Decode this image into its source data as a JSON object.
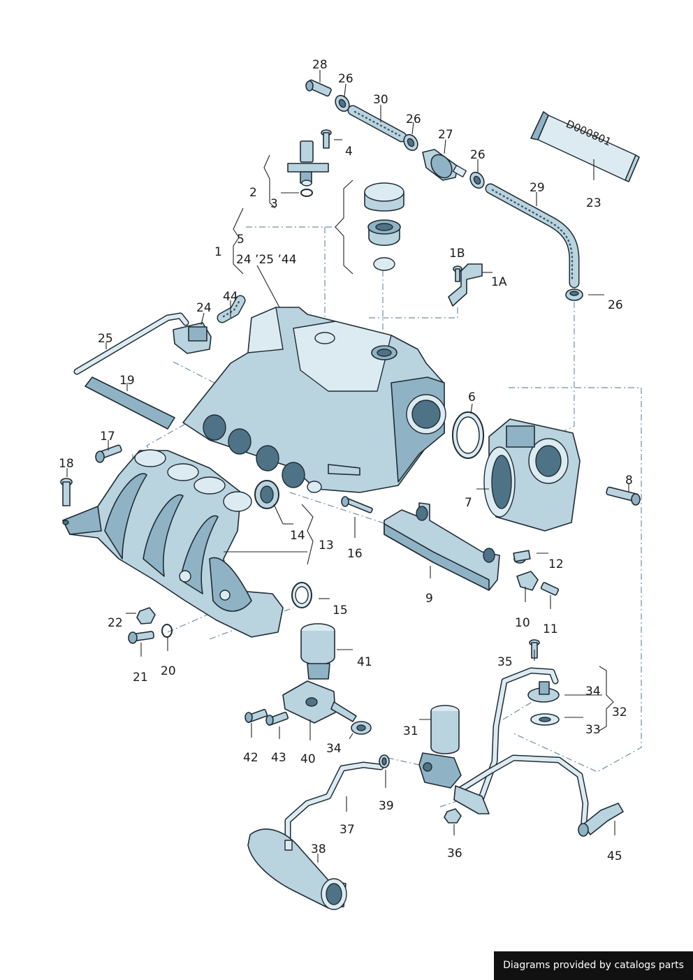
{
  "labels": {
    "l28": "28",
    "l26a": "26",
    "l30": "30",
    "l26b": "26",
    "l27": "27",
    "l26c": "26",
    "l4": "4",
    "l2": "2",
    "l3": "3",
    "l5": "5",
    "l1": "1",
    "l24_25_44": "24 ’25 ’44",
    "l23": "23",
    "l29": "29",
    "l1B": "1B",
    "l1A": "1A",
    "l26d": "26",
    "l44": "44",
    "l24": "24",
    "l25": "25",
    "l19": "19",
    "l6": "6",
    "l17": "17",
    "l18": "18",
    "l8": "8",
    "l7": "7",
    "l14": "14",
    "l13": "13",
    "l16": "16",
    "l12": "12",
    "l9": "9",
    "l15": "15",
    "l22": "22",
    "l10": "10",
    "l11": "11",
    "l21": "21",
    "l20": "20",
    "l41": "41",
    "l35": "35",
    "l34a": "34",
    "l32": "32",
    "l33": "33",
    "l31": "31",
    "l42": "42",
    "l43": "43",
    "l40": "40",
    "l34b": "34",
    "l39": "39",
    "l37": "37",
    "l36": "36",
    "l38": "38",
    "l45": "45"
  },
  "tube_print": "D000801",
  "credit": "Diagrams provided by catalogs parts",
  "colors": {
    "part_fill": "#b9d3df",
    "part_dark": "#8fb3c4",
    "outline": "#1f2b33",
    "dash_line": "#6f8fa3",
    "credit_bg": "#111111",
    "credit_text": "#ffffff"
  }
}
